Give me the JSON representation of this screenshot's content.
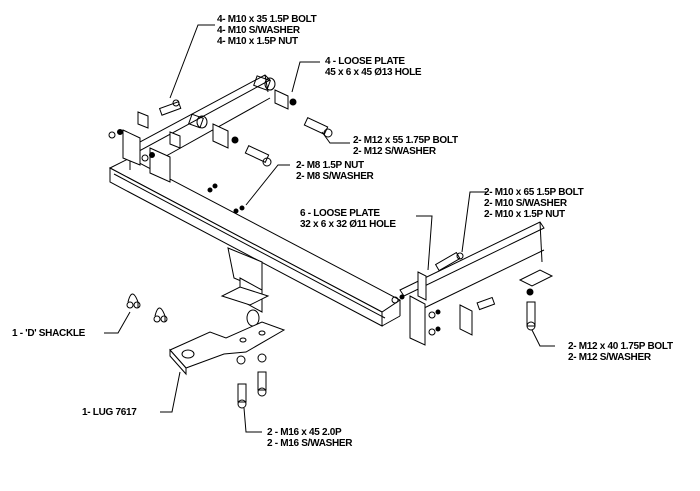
{
  "diagram": {
    "ink_color": "#000000",
    "background": "#ffffff",
    "callouts": {
      "top_bolts": [
        "4- M10 x 35 1.5P BOLT",
        "4- M10 S/WASHER",
        "4- M10 x 1.5P NUT"
      ],
      "loose_plate_4": [
        "4 - LOOSE PLATE",
        "45 x 6 x 45 Ø13 HOLE"
      ],
      "m12_55": [
        "2- M12 x 55 1.75P BOLT",
        "2- M12 S/WASHER"
      ],
      "m8": [
        "2- M8 1.5P NUT",
        "2- M8 S/WASHER"
      ],
      "m10_65": [
        "2- M10 x 65 1.5P BOLT",
        "2- M10 S/WASHER",
        "2- M10 x 1.5P NUT"
      ],
      "loose_plate_6": [
        "6 - LOOSE PLATE",
        "32 x 6 x 32 Ø11 HOLE"
      ],
      "m12_40": [
        "2- M12 x 40 1.75P BOLT",
        "2- M12 S/WASHER"
      ],
      "shackle": [
        "1 - 'D' SHACKLE"
      ],
      "lug": [
        "1- LUG 7617"
      ],
      "m16": [
        "2 - M16 x 45 2.0P",
        "2 - M16 S/WASHER"
      ]
    }
  }
}
